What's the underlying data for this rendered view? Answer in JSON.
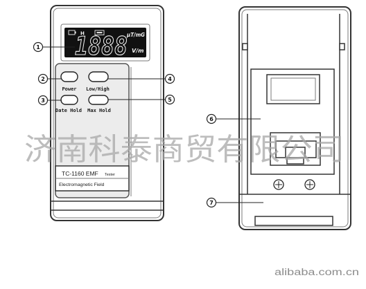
{
  "front_view": {
    "display": {
      "reading": "1888",
      "hold_indicator": "H",
      "unit_top": "μT/mG",
      "unit_bottom": "V/m",
      "icons": [
        "battery-icon",
        "max-indicator-icon"
      ]
    },
    "buttons": [
      {
        "label": "Power"
      },
      {
        "label": "Low/High"
      },
      {
        "label": "Date Hold"
      },
      {
        "label": "Max Hold"
      }
    ],
    "nameplate": {
      "model": "TC-1160 EMF",
      "model_suffix": "Tester",
      "subtitle": "Electromagnetic Field"
    }
  },
  "back_view": {
    "icons": [
      "screw-icon",
      "screw-icon"
    ]
  },
  "callouts": [
    "1",
    "2",
    "3",
    "4",
    "5",
    "6",
    "7"
  ],
  "watermark": "济南科泰商贸有限公司",
  "site_mark": "alibaba.com.cn",
  "colors": {
    "outline": "#333333",
    "lcd": "#111111",
    "watermark": "#a8a8a8",
    "site_mark": "#8c8c8c",
    "panel": "#ececec"
  }
}
